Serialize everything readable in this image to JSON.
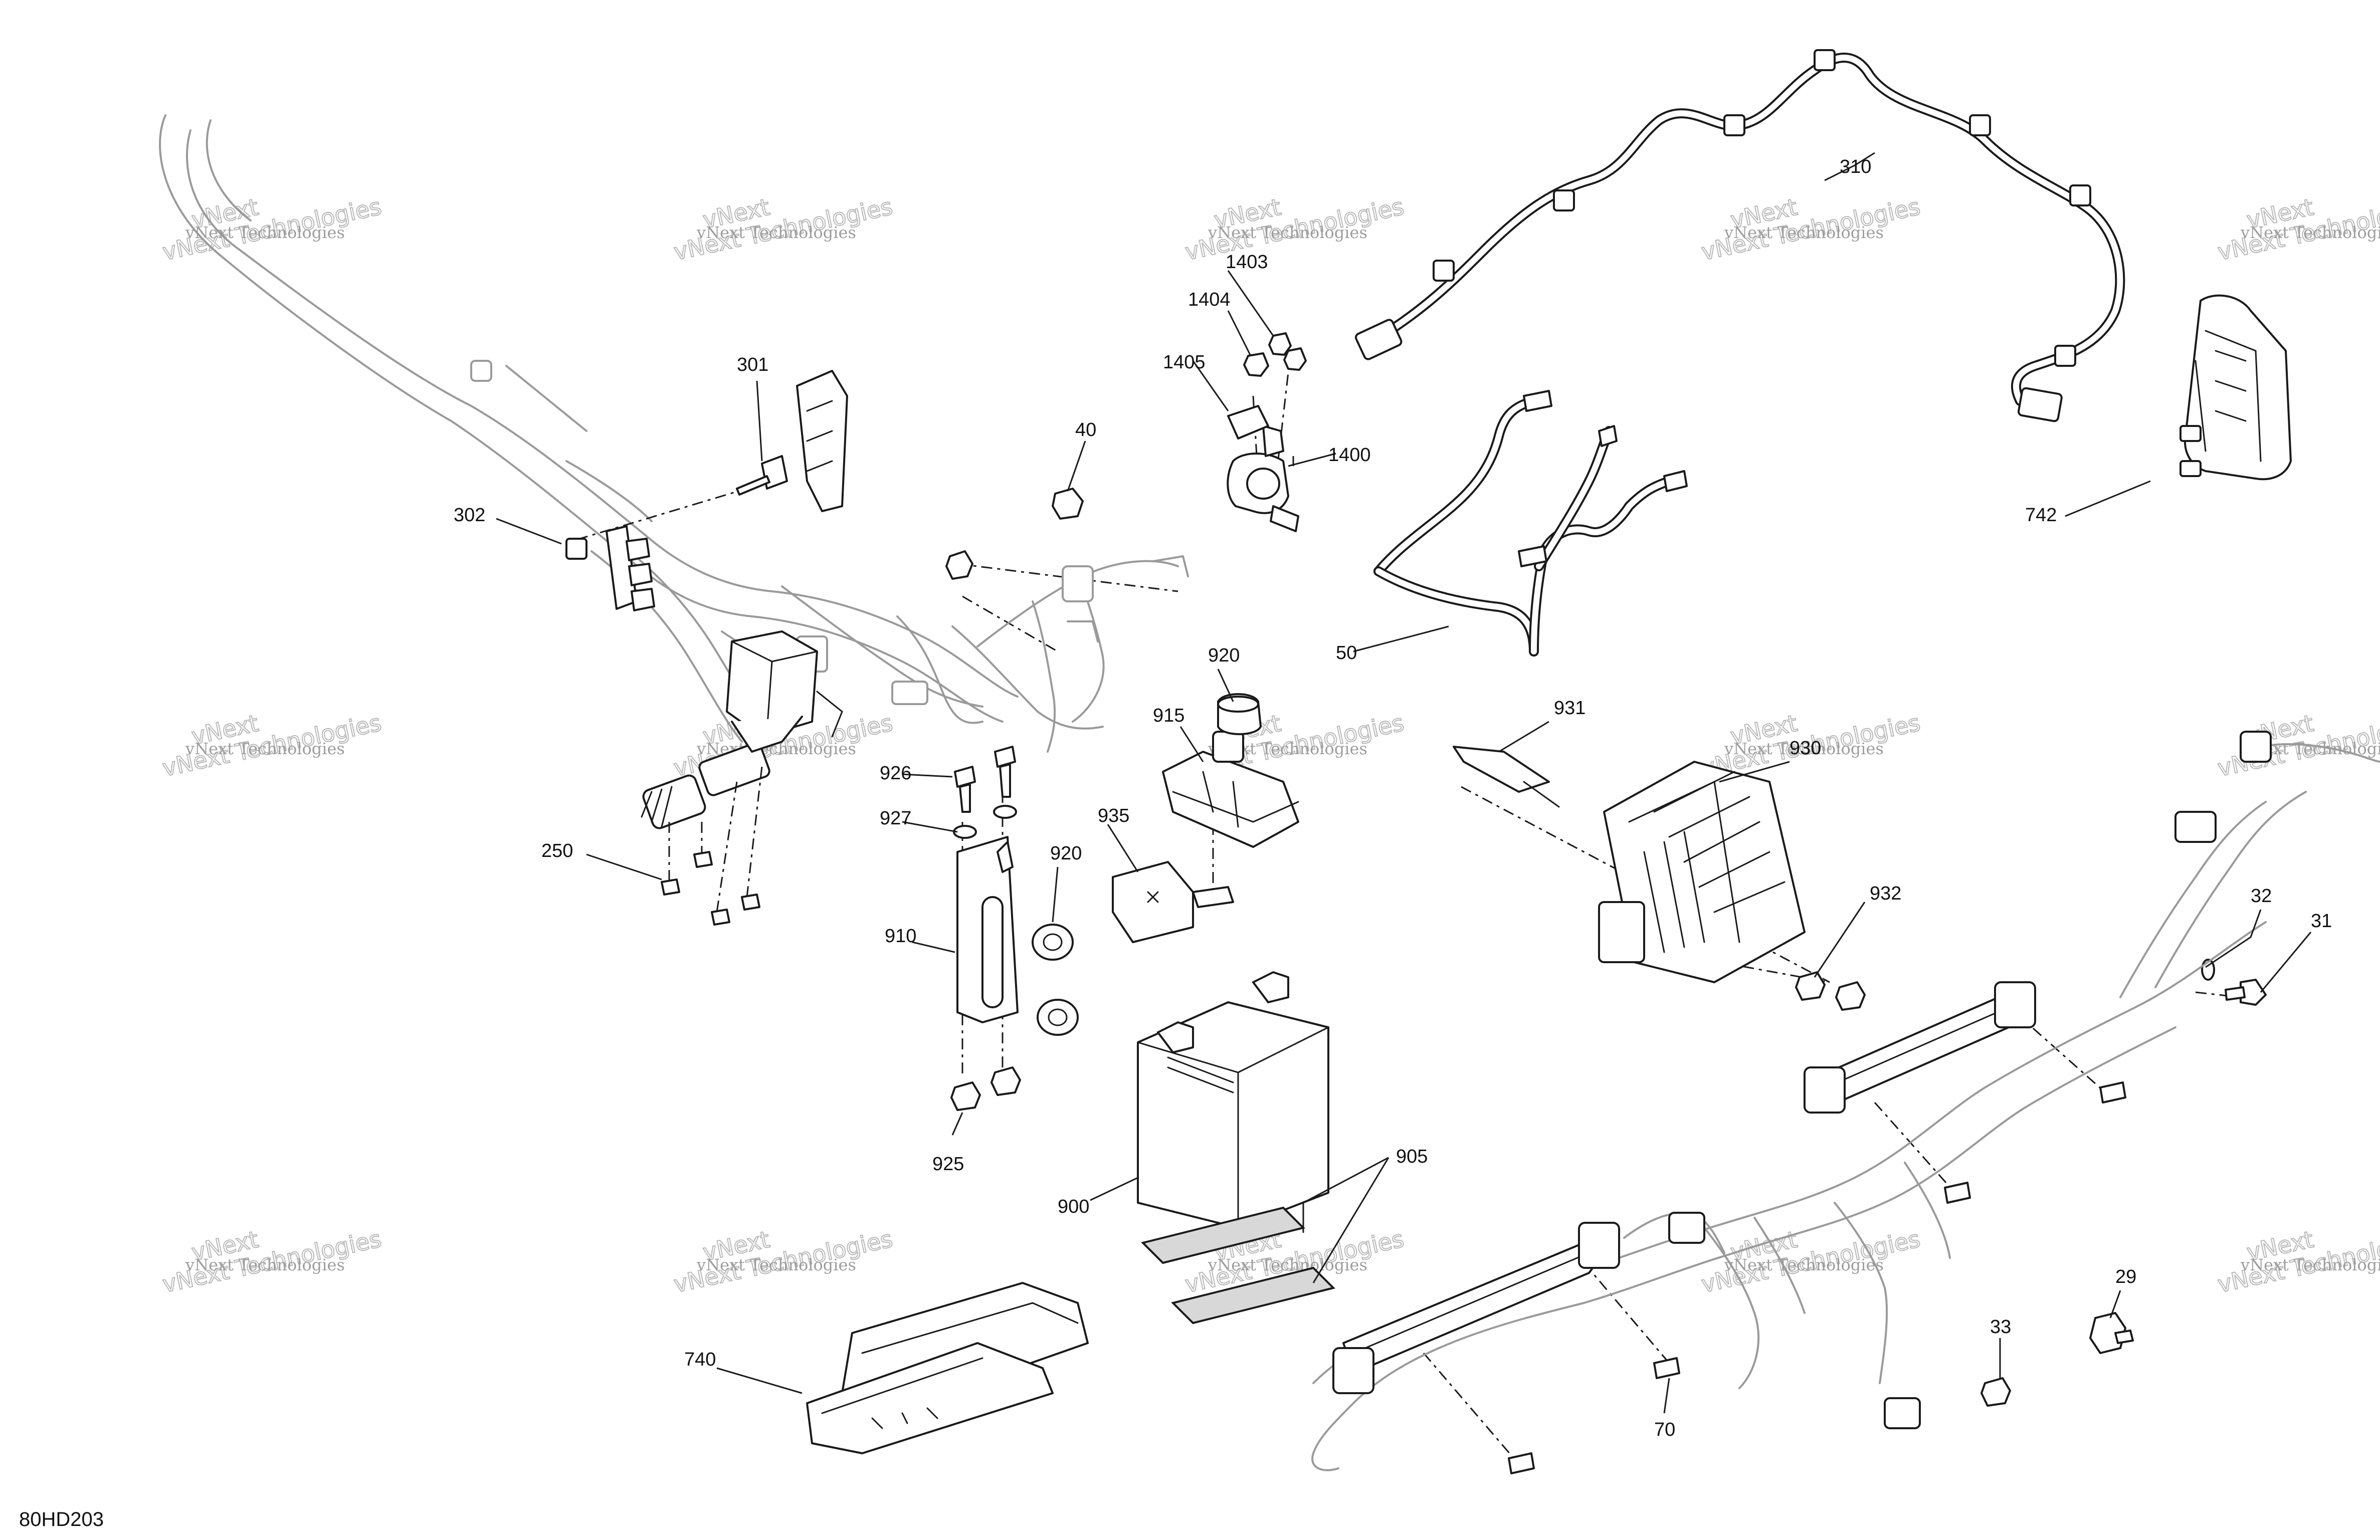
{
  "diagram": {
    "reference_code": "80HD203",
    "watermark": {
      "line1": "vNext Technologies",
      "line2": "vNext Technologies",
      "overlay": "vNext"
    },
    "callouts": [
      {
        "id": "c29",
        "label": "29"
      },
      {
        "id": "c31",
        "label": "31"
      },
      {
        "id": "c32",
        "label": "32"
      },
      {
        "id": "c33",
        "label": "33"
      },
      {
        "id": "c40",
        "label": "40"
      },
      {
        "id": "c50",
        "label": "50"
      },
      {
        "id": "c70",
        "label": "70"
      },
      {
        "id": "c250",
        "label": "250"
      },
      {
        "id": "c301",
        "label": "301"
      },
      {
        "id": "c302",
        "label": "302"
      },
      {
        "id": "c310",
        "label": "310"
      },
      {
        "id": "c740",
        "label": "740"
      },
      {
        "id": "c742",
        "label": "742"
      },
      {
        "id": "c900",
        "label": "900"
      },
      {
        "id": "c905",
        "label": "905"
      },
      {
        "id": "c910",
        "label": "910"
      },
      {
        "id": "c915",
        "label": "915"
      },
      {
        "id": "c920a",
        "label": "920"
      },
      {
        "id": "c920b",
        "label": "920"
      },
      {
        "id": "c925",
        "label": "925"
      },
      {
        "id": "c926",
        "label": "926"
      },
      {
        "id": "c927",
        "label": "927"
      },
      {
        "id": "c930",
        "label": "930"
      },
      {
        "id": "c931",
        "label": "931"
      },
      {
        "id": "c932",
        "label": "932"
      },
      {
        "id": "c935",
        "label": "935"
      },
      {
        "id": "c1400",
        "label": "1400"
      },
      {
        "id": "c1403",
        "label": "1403"
      },
      {
        "id": "c1404",
        "label": "1404"
      },
      {
        "id": "c1405",
        "label": "1405"
      }
    ]
  }
}
